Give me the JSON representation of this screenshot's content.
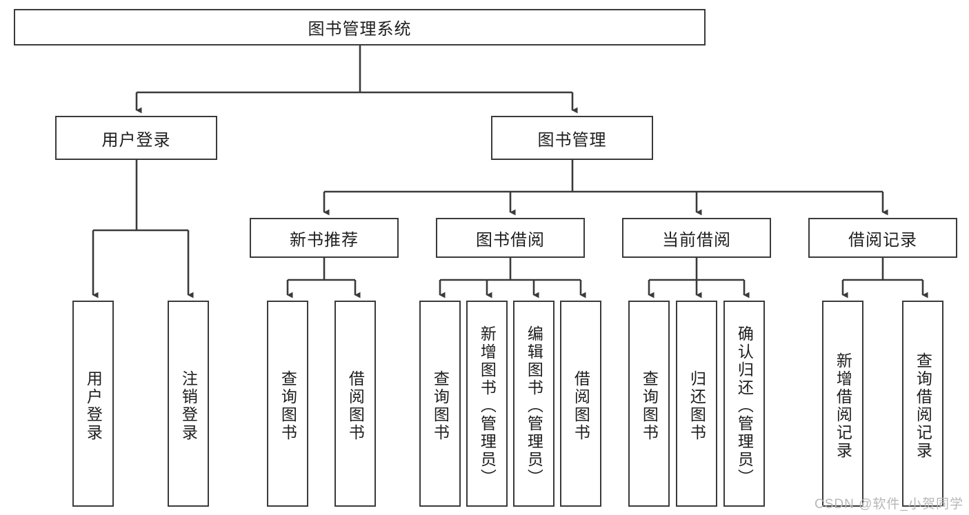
{
  "diagram": {
    "title": "图书管理系统",
    "type": "tree",
    "watermark": "CSDN @软件_小贺同学",
    "colors": {
      "box_border": "#3a3a3a",
      "box_fill": "#ffffff",
      "connector": "#3a3a3a",
      "text": "#1d1d1d",
      "watermark": "#b7b7b7"
    },
    "nodes": {
      "root": "图书管理系统",
      "level2": {
        "user_login": "用户登录",
        "book_manage": "图书管理"
      },
      "level3": {
        "new_book_rec": "新书推荐",
        "book_borrow": "图书借阅",
        "current_borrow": "当前借阅",
        "borrow_record": "借阅记录"
      },
      "leaves": {
        "user_login_1": "用户登录",
        "user_login_2": "注销登录",
        "new_book_rec_1": "查询图书",
        "new_book_rec_2": "借阅图书",
        "book_borrow_1": "查询图书",
        "book_borrow_2": "新增图书（管理员）",
        "book_borrow_3": "编辑图书（管理员）",
        "book_borrow_4": "借阅图书",
        "current_borrow_1": "查询图书",
        "current_borrow_2": "归还图书",
        "current_borrow_3": "确认归还（管理员）",
        "borrow_record_1": "新增借阅记录",
        "borrow_record_2": "查询借阅记录"
      }
    }
  }
}
